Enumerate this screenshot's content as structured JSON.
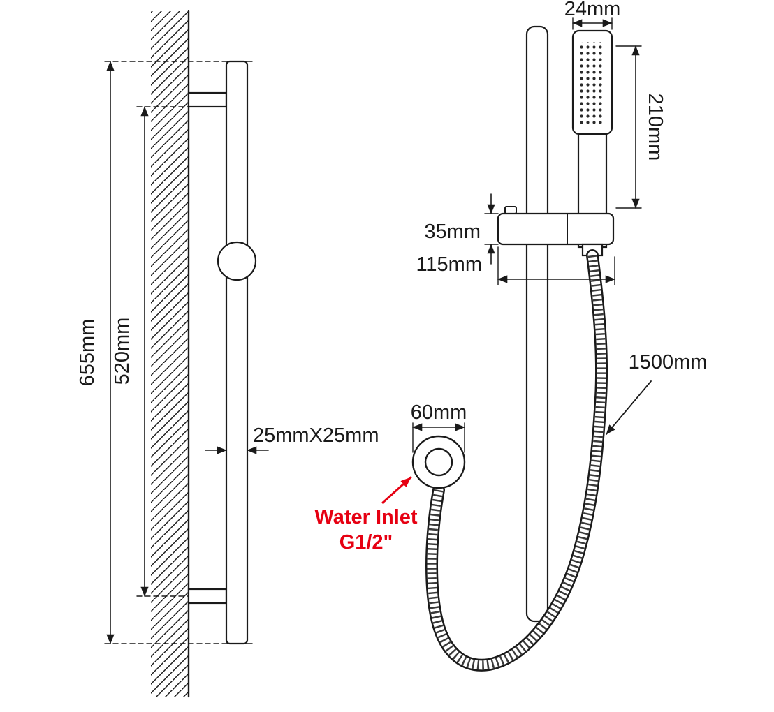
{
  "diagram": {
    "colors": {
      "line": "#1a1a1a",
      "accent_red": "#e60012"
    },
    "side_view": {
      "rail_length": "655mm",
      "bracket_span": "520mm",
      "rail_section": "25mmX25mm"
    },
    "front_view": {
      "head_width": "24mm",
      "head_length": "210mm",
      "bracket_height": "35mm",
      "bracket_width": "115mm",
      "hose_length": "1500mm",
      "inlet_diameter": "60mm",
      "inlet_label": "Water Inlet",
      "inlet_thread": "G1/2\""
    }
  }
}
